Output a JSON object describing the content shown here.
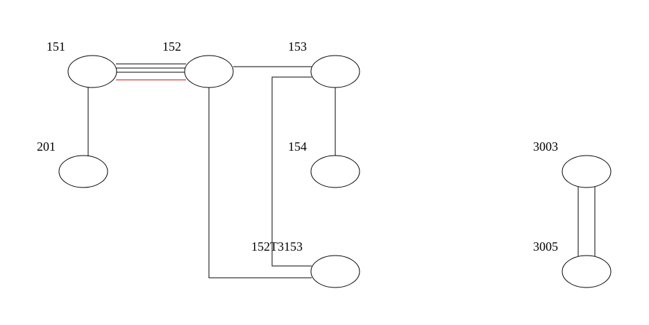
{
  "nodes": [
    {
      "id": "151",
      "label": "151"
    },
    {
      "id": "152",
      "label": "152"
    },
    {
      "id": "153",
      "label": "153"
    },
    {
      "id": "201",
      "label": "201"
    },
    {
      "id": "154",
      "label": "154"
    },
    {
      "id": "152T3153",
      "label": "152T3153"
    },
    {
      "id": "3003",
      "label": "3003"
    },
    {
      "id": "3005",
      "label": "3005"
    }
  ],
  "edges": [
    {
      "from": "151",
      "to": "152",
      "color": "#000000"
    },
    {
      "from": "151",
      "to": "152",
      "color": "#000000"
    },
    {
      "from": "151",
      "to": "152",
      "color": "#000000"
    },
    {
      "from": "151",
      "to": "152",
      "color": "#cc0000"
    },
    {
      "from": "151",
      "to": "201",
      "color": "#000000"
    },
    {
      "from": "152",
      "to": "153",
      "color": "#000000"
    },
    {
      "from": "152",
      "to": "152T3153",
      "color": "#000000"
    },
    {
      "from": "153",
      "to": "154",
      "color": "#000000"
    },
    {
      "from": "153",
      "to": "152T3153",
      "color": "#000000"
    },
    {
      "from": "3003",
      "to": "3005",
      "color": "#000000"
    },
    {
      "from": "3003",
      "to": "3005",
      "color": "#000000"
    }
  ]
}
